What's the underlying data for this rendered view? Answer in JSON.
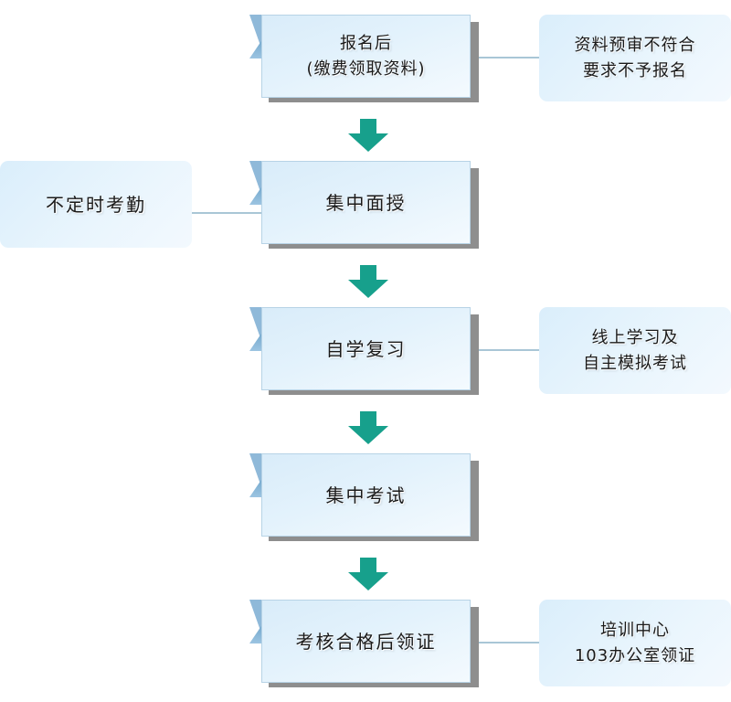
{
  "steps": [
    {
      "line1": "报名后",
      "line2": "(缴费领取资料)"
    },
    {
      "line1": "集中面授"
    },
    {
      "line1": "自学复习"
    },
    {
      "line1": "集中考试"
    },
    {
      "line1": "考核合格后领证"
    }
  ],
  "notes": {
    "material_review": {
      "line1": "资料预审不符合",
      "line2": "要求不予报名"
    },
    "attendance": {
      "line1": "不定时考勤"
    },
    "online_study": {
      "line1": "线上学习及",
      "line2": "自主模拟考试"
    },
    "certificate_pickup": {
      "line1": "培训中心",
      "line2": "103办公室领证"
    }
  },
  "colors": {
    "arrow": "#17a08c",
    "box_fill": "#e3f2fc",
    "fold": "#8fb9d9",
    "connector": "#a9c6d6"
  },
  "icons": {
    "flow_arrow": "down-arrow-icon"
  }
}
